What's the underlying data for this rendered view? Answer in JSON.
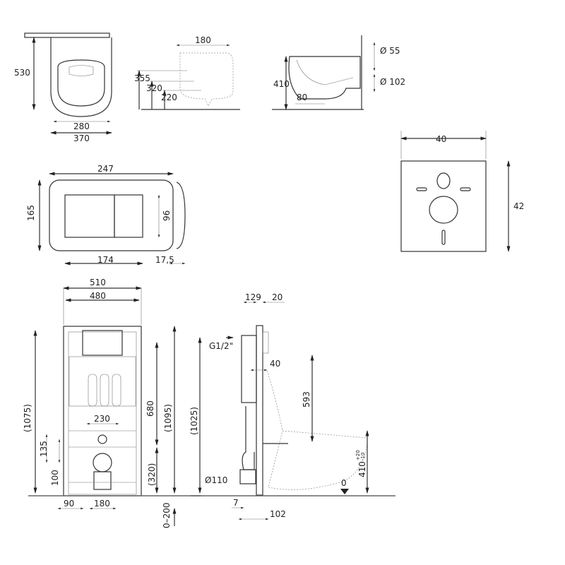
{
  "bowl_top": {
    "depth": "530",
    "fixing_distance": "280",
    "width": "370"
  },
  "bowl_back": {
    "width": "180",
    "h1": "355",
    "h2": "320",
    "h3": "220"
  },
  "bowl_side": {
    "height": "410",
    "inlet": "Ø 55",
    "outlet": "Ø 102",
    "offset": "80"
  },
  "flush_plate": {
    "width": "247",
    "height": "165",
    "button_height": "96",
    "button_width": "174",
    "thickness": "17,5"
  },
  "sound_mat": {
    "width": "40",
    "height": "42"
  },
  "frame_front": {
    "outer_width": "510",
    "inner_width": "480",
    "total_height": "(1075)",
    "actuation_height": "680",
    "max_height": "(1095)",
    "bolt_spacing": "230",
    "h135": "135",
    "h100": "100",
    "h320": "(320)",
    "foot": "90",
    "outlet_spacing": "180",
    "adjust": "0–200"
  },
  "frame_side": {
    "depth": "129",
    "plate": "20",
    "supply": "G1/2\"",
    "d40": "40",
    "h593": "593",
    "height": "(1025)",
    "drain": "Ø110",
    "zero": "0",
    "seat_height": "410",
    "tol_plus": "+20",
    "tol_minus": "-10",
    "d7": "7",
    "d102": "102"
  }
}
